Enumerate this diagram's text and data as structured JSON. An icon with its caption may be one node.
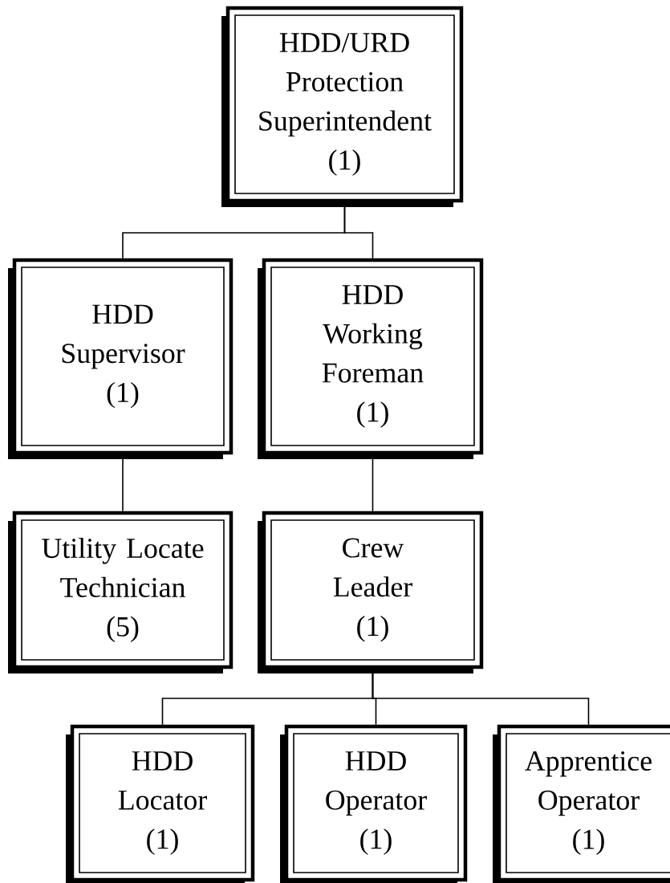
{
  "diagram": {
    "nodes": [
      {
        "text": [
          "HDD/URD Protection Superintendent",
          "(1)"
        ]
      },
      {
        "text": [
          "HDD Supervisor",
          "(1)"
        ]
      },
      {
        "text": [
          "HDD Working Foreman",
          "(1)"
        ]
      },
      {
        "text": [
          "Utility Locate Technician",
          "(5)"
        ]
      },
      {
        "text": [
          "Crew Leader",
          "(1)"
        ]
      },
      {
        "text": [
          "HDD Locator",
          "(1)"
        ]
      },
      {
        "text": [
          "HDD Operator",
          "(1)"
        ]
      },
      {
        "text": [
          "Apprentice Operator",
          "(1)"
        ]
      }
    ],
    "edges": [
      {
        "from": 0,
        "to": 1,
        "arrow": "none"
      },
      {
        "from": 0,
        "to": 2,
        "arrow": "none"
      },
      {
        "from": 1,
        "to": 3,
        "arrow": "none"
      },
      {
        "from": 2,
        "to": 4,
        "arrow": "none"
      },
      {
        "from": 4,
        "to": 5,
        "arrow": "none"
      },
      {
        "from": 4,
        "to": 6,
        "arrow": "none"
      },
      {
        "from": 4,
        "to": 7,
        "arrow": "none"
      }
    ]
  }
}
